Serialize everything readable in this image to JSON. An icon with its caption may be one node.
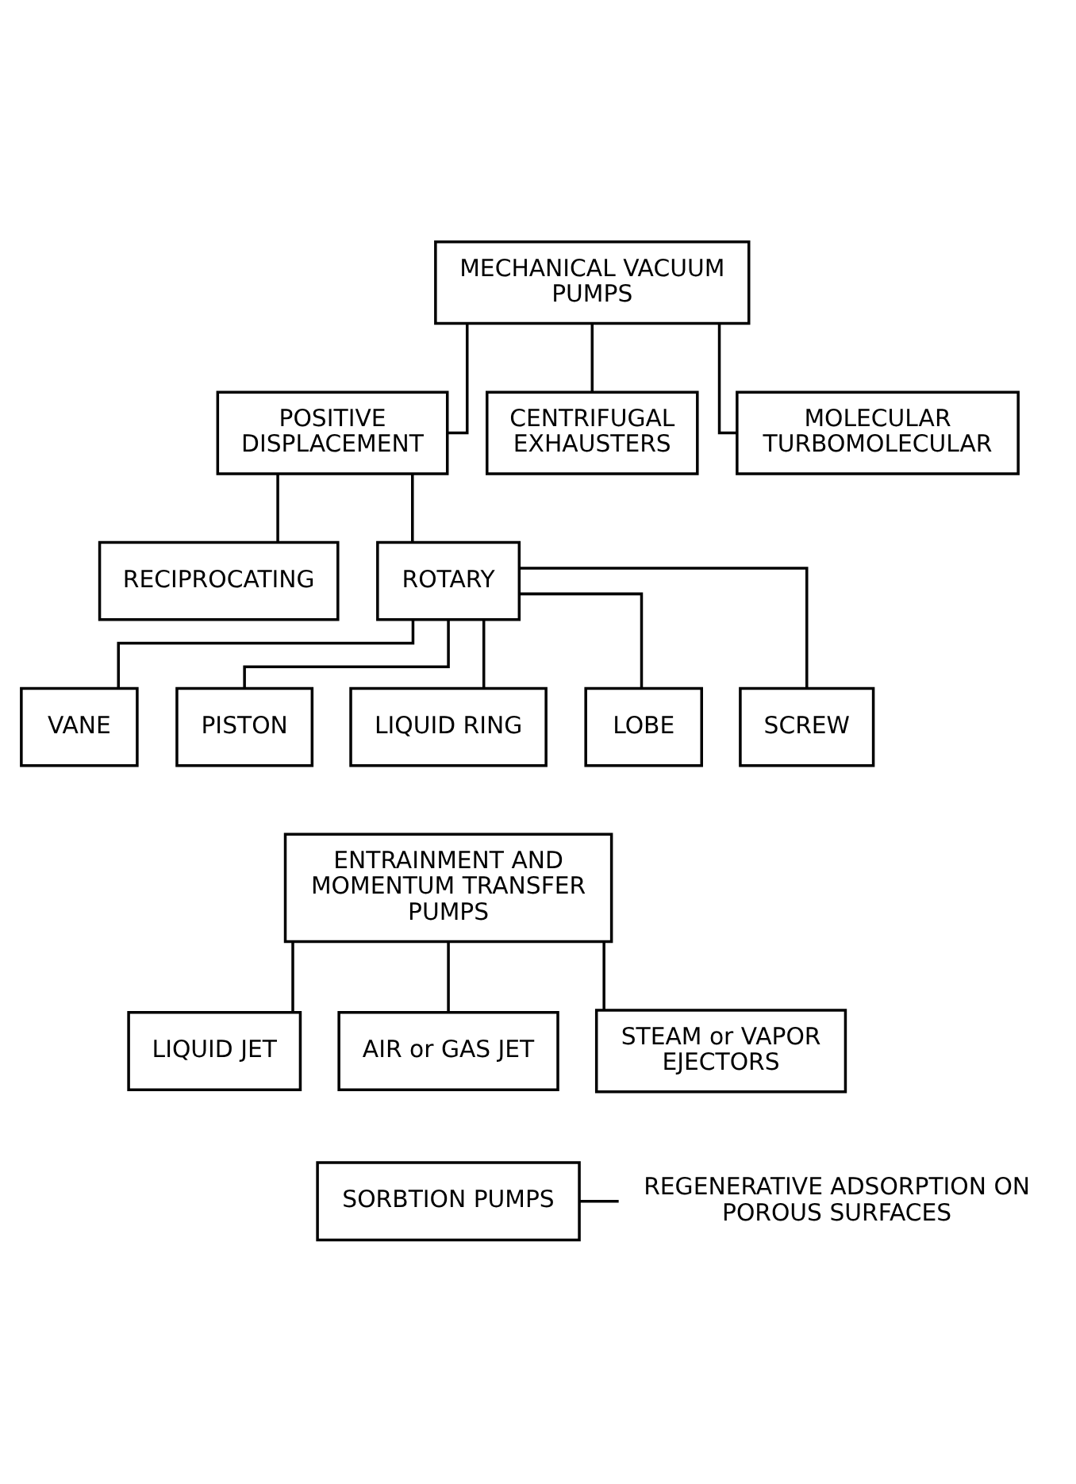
{
  "diagram": {
    "nodes": [
      {
        "text": [
          "MECHANICAL VACUUM PUMPS"
        ]
      },
      {
        "text": [
          "POSITIVE DISPLACEMENT"
        ]
      },
      {
        "text": [
          "CENTRIFUGAL EXHAUSTERS"
        ]
      },
      {
        "text": [
          "RECIPROCATING"
        ]
      },
      {
        "text": [
          "ROTARY"
        ]
      },
      {
        "text": [
          "MOLECULAR TURBOMOLECULAR"
        ]
      },
      {
        "text": [
          "VANE"
        ]
      },
      {
        "text": [
          "PISTON"
        ]
      },
      {
        "text": [
          "LIQUID RING"
        ]
      },
      {
        "text": [
          "LOBE"
        ]
      },
      {
        "text": [
          "SCREW"
        ]
      },
      {
        "text": [
          "ENTRAINMENT AND MOMENTUM TRANSFER PUMPS"
        ]
      },
      {
        "text": [
          "LIQUID JET"
        ]
      },
      {
        "text": [
          "AIR or GAS JET"
        ]
      },
      {
        "text": [
          "STEAM or VAPOR EJECTORS"
        ]
      },
      {
        "text": [
          "SORBTION PUMPS"
        ]
      },
      {
        "text": [
          "REGENERATIVE ADSORPTION ON POROUS SURFACES"
        ]
      }
    ],
    "edges": [
      {
        "from": 0,
        "to": 1,
        "arrow": "none"
      },
      {
        "from": 0,
        "to": 2,
        "arrow": "none"
      },
      {
        "from": 0,
        "to": 5,
        "arrow": "none"
      },
      {
        "from": 1,
        "to": 3,
        "arrow": "none"
      },
      {
        "from": 1,
        "to": 4,
        "arrow": "none"
      },
      {
        "from": 4,
        "to": 6,
        "arrow": "none"
      },
      {
        "from": 4,
        "to": 7,
        "arrow": "none"
      },
      {
        "from": 4,
        "to": 8,
        "arrow": "none"
      },
      {
        "from": 4,
        "to": 9,
        "arrow": "none"
      },
      {
        "from": 4,
        "to": 10,
        "arrow": "none"
      },
      {
        "from": 11,
        "to": 12,
        "arrow": "none"
      },
      {
        "from": 11,
        "to": 13,
        "arrow": "none"
      },
      {
        "from": 11,
        "to": 14,
        "arrow": "none"
      },
      {
        "from": 15,
        "to": 16,
        "arrow": "none"
      }
    ]
  }
}
